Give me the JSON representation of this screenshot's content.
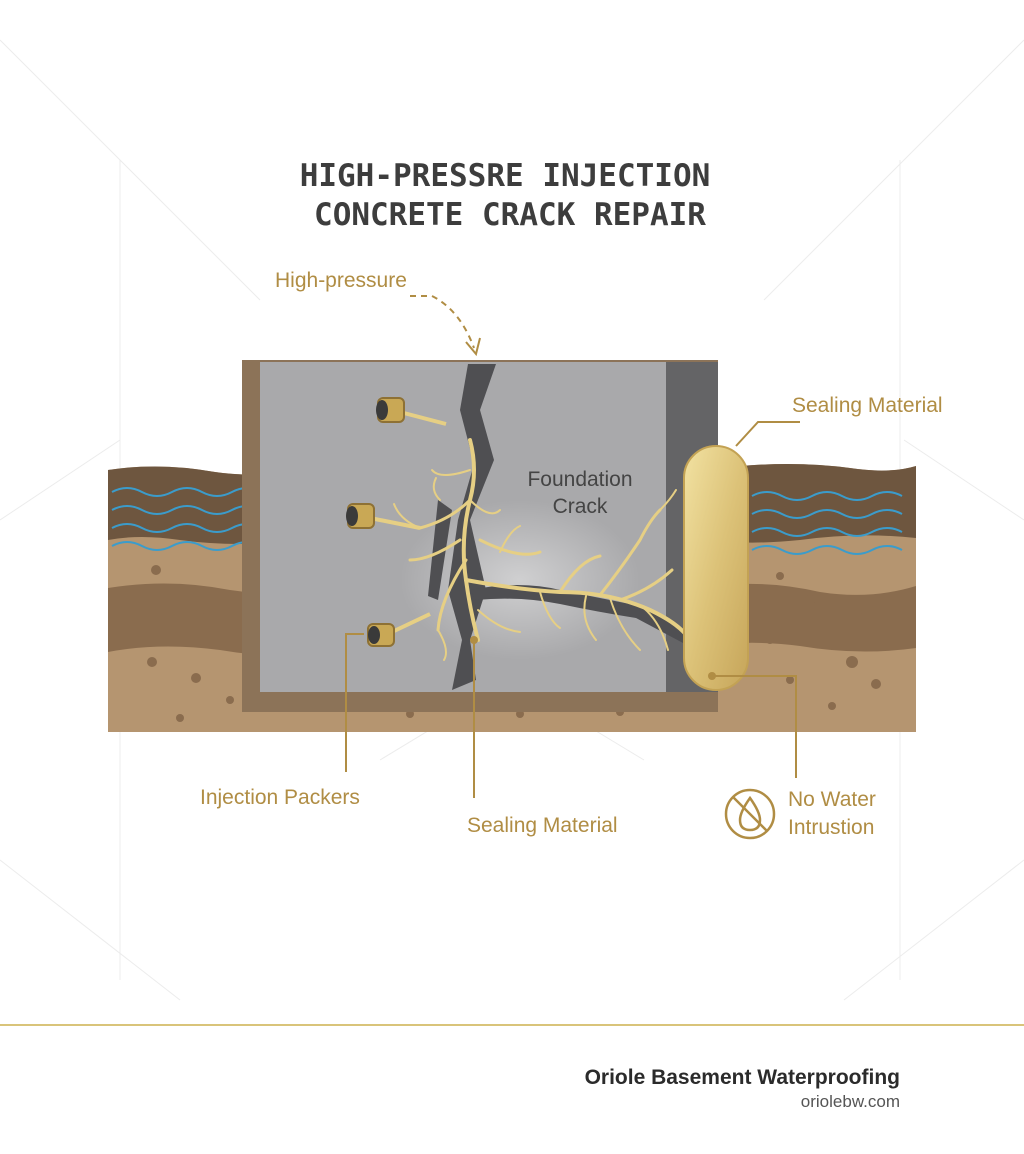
{
  "title": {
    "line1": "HIGH-PRESSRE INJECTION",
    "line2": "CONCRETE CRACK REPAIR"
  },
  "labels": {
    "high_pressure": "High-pressure",
    "sealing_material_top": "Sealing Material",
    "foundation_line1": "Foundation",
    "foundation_line2": "Crack",
    "injection_packers": "Injection Packers",
    "sealing_material_bottom": "Sealing Material",
    "no_water_line1": "No Water",
    "no_water_line2": "Intrustion"
  },
  "icons": {
    "no_water": "no-water-drop-icon",
    "packer": "injection-packer-icon"
  },
  "colors": {
    "gold": "#b08d44",
    "resin": "#e6cf84",
    "concrete": "#a9a9ab",
    "concrete_dark": "#626264",
    "water": "#3b9ccb",
    "soil_light": "#b59570",
    "soil_dark": "#8a6c4e",
    "divider": "#d9c47a"
  },
  "footer": {
    "company": "Oriole Basement Waterproofing",
    "url": "oriolebw.com"
  }
}
